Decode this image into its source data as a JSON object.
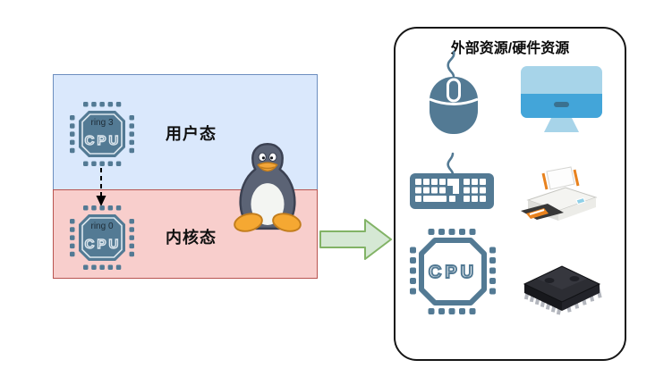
{
  "colors": {
    "user_zone_fill": "#dae8fc",
    "user_zone_border": "#6c8ebf",
    "kernel_zone_fill": "#f8cecc",
    "kernel_zone_border": "#b85450",
    "flow_arrow_fill": "#d5e8d4",
    "flow_arrow_border": "#82b366",
    "icon_slate": "#537a94",
    "panel_border": "#161616",
    "monitor_light_blue": "#a7d4e9",
    "monitor_dark_blue": "#43a5d9",
    "tux_body": "#5b6375",
    "tux_orange": "#f5a832"
  },
  "left_panel": {
    "user_zone": {
      "label": "用户态",
      "chip": {
        "ring_label": "ring 3",
        "cpu_label": "CPU"
      }
    },
    "kernel_zone": {
      "label": "内核态",
      "chip": {
        "ring_label": "ring 0",
        "cpu_label": "CPU"
      }
    },
    "mode_switch_arrow": "dashed-arrow-down"
  },
  "flow_arrow": "green-arrow-right",
  "tux": "linux-tux-icon",
  "right_panel": {
    "title": "外部资源/硬件资源",
    "cpu_chip": {
      "cpu_label": "CPU"
    },
    "icons": [
      "mouse-icon",
      "monitor-icon",
      "keyboard-icon",
      "printer-icon",
      "cpu-chip-icon",
      "memory-chip-icon"
    ]
  }
}
